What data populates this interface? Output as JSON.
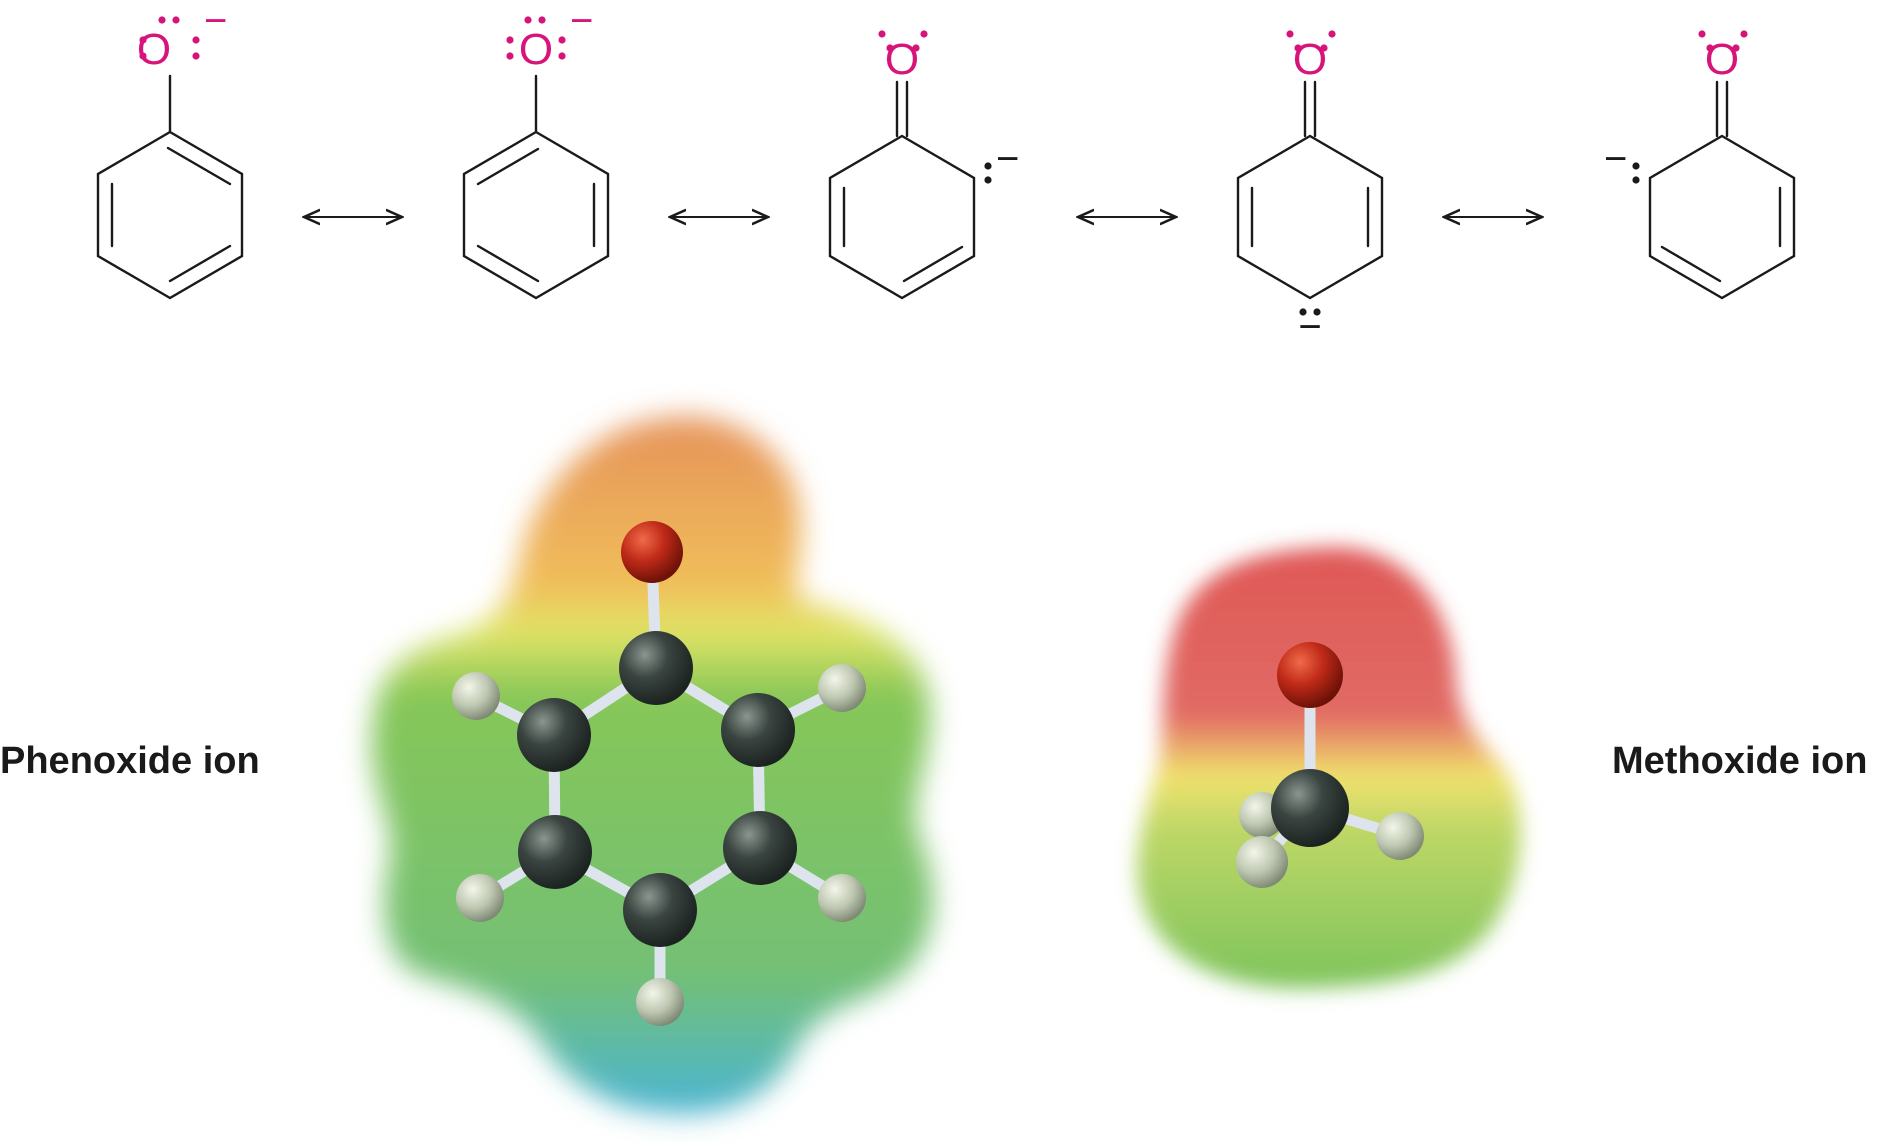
{
  "atom_symbol": "O",
  "charge_symbol": "−",
  "labels": {
    "phenoxide": "Phenoxide ion",
    "methoxide": "Methoxide ion"
  },
  "colors": {
    "oxygen_lone_pairs": "#d6147a",
    "bonds": "#1a1a1a",
    "map_negative": "#e03c3c",
    "map_neutral": "#7cc24a",
    "map_positive": "#2aa6d8",
    "carbon_atom": "#3a4440",
    "hydrogen_atom": "#c9d1bd",
    "oxygen_atom": "#c02a18"
  },
  "icons": {
    "resonance_arrow": "double-headed-arrow-icon"
  }
}
